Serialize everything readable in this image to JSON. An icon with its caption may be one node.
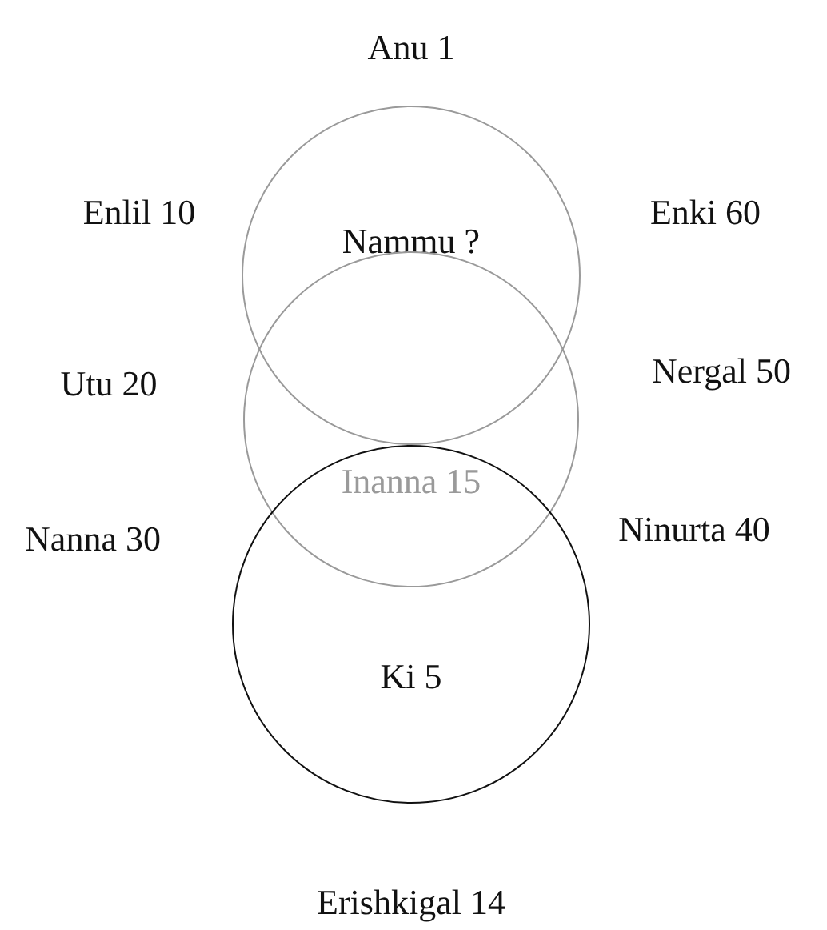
{
  "diagram": {
    "nodes": [
      {
        "text": [
          "Nammu ?"
        ]
      },
      {
        "text": [
          "Inanna 15"
        ]
      },
      {
        "text": [
          "Ki 5"
        ]
      }
    ],
    "labels": [
      "Anu 1",
      "Enlil 10",
      "Enki 60",
      "Utu 20",
      "Nergal 50",
      "Nanna 30",
      "Ninurta 40",
      "Erishkigal 14"
    ]
  }
}
